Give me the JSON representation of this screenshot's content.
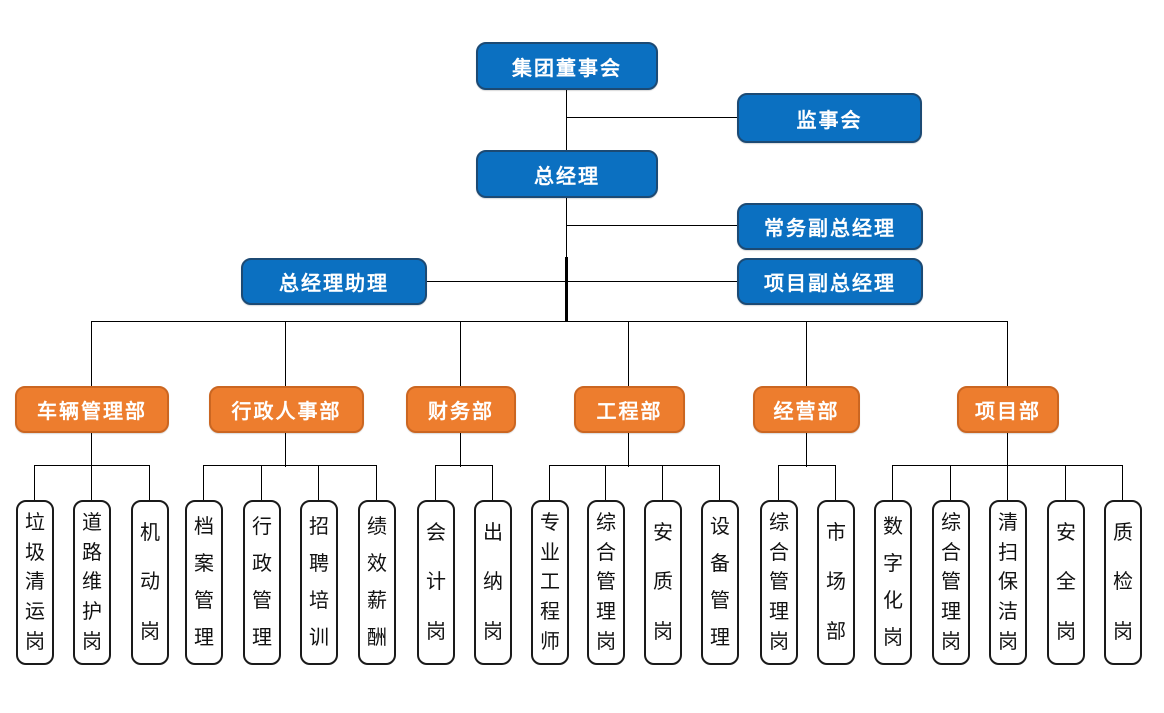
{
  "colors": {
    "node_blue": "#0b70c1",
    "node_blue_border": "#1c4a74",
    "node_orange": "#ed7d2e",
    "node_orange_border": "#cb6621",
    "position_bg": "#ffffff",
    "position_border": "#1a1a1a",
    "connector": "#000000"
  },
  "executive": {
    "board": "集团董事会",
    "supervisory_board": "监事会",
    "general_manager": "总经理",
    "executive_deputy_gm": "常务副总经理",
    "gm_assistant": "总经理助理",
    "project_deputy_gm": "项目副总经理"
  },
  "departments": [
    {
      "label": "车辆管理部",
      "positions": [
        "垃圾清运岗",
        "道路维护岗",
        "机动岗"
      ]
    },
    {
      "label": "行政人事部",
      "positions": [
        "档案管理",
        "行政管理",
        "招聘培训",
        "绩效薪酬"
      ]
    },
    {
      "label": "财务部",
      "positions": [
        "会计岗",
        "出纳岗"
      ]
    },
    {
      "label": "工程部",
      "positions": [
        "专业工程师",
        "综合管理岗",
        "安质岗",
        "设备管理"
      ]
    },
    {
      "label": "经营部",
      "positions": [
        "综合管理岗",
        "市场部"
      ]
    },
    {
      "label": "项目部",
      "positions": [
        "数字化岗",
        "综合管理岗",
        "清扫保洁岗",
        "安全岗",
        "质检岗"
      ]
    }
  ]
}
